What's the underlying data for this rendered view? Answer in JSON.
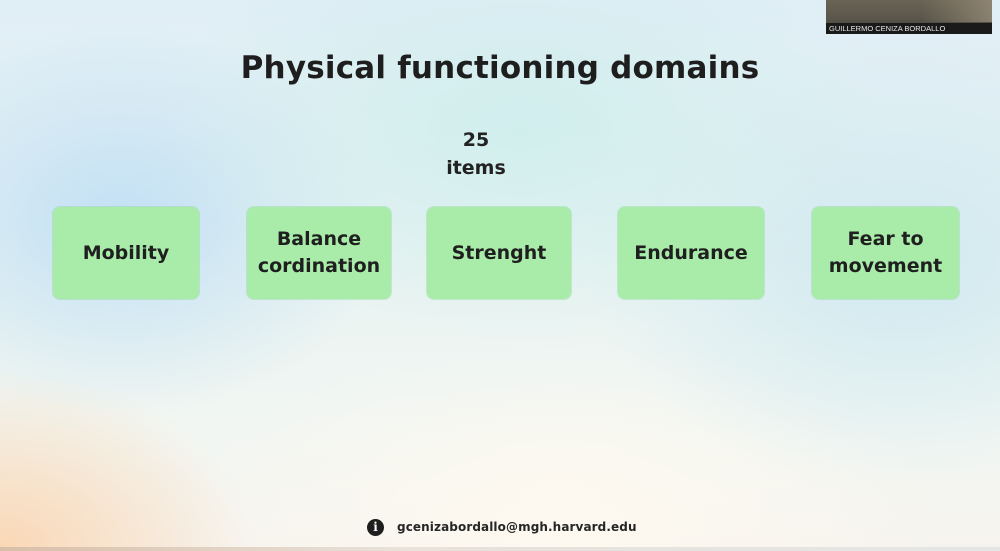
{
  "slide": {
    "title": "Physical functioning domains",
    "item_count": {
      "number": "25",
      "label": "items"
    },
    "domains": [
      {
        "label": "Mobility"
      },
      {
        "label": "Balance\ncordination"
      },
      {
        "label": "Strenght"
      },
      {
        "label": "Endurance"
      },
      {
        "label": "Fear to\nmovement"
      }
    ],
    "footer": {
      "icon": "info-icon",
      "icon_glyph": "i",
      "email": "gcenizabordallo@mgh.harvard.edu"
    }
  },
  "webcam": {
    "participant_name": "GUILLERMO CENIZA BORDALLO"
  },
  "colors": {
    "domain_box": "#a9ecaa",
    "title_text": "#1e1e1e"
  }
}
